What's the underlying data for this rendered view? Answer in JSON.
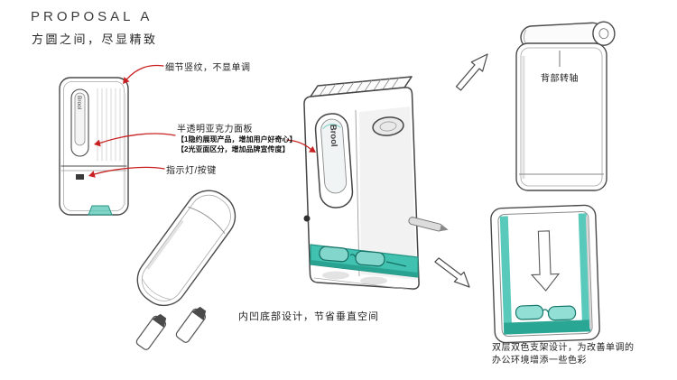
{
  "header": {
    "title": "PROPOSAL A",
    "subtitle": "方圆之间，尽显精致"
  },
  "device": {
    "brand": "Brool"
  },
  "annotations": {
    "stripe": "细节竖纹，不显单调",
    "panel_title": "半透明亚克力面板",
    "panel_point1": "【1隐约展现产品，增加用户好奇心】",
    "panel_point2": "【2光亚面区分，增加品牌宣传度】",
    "indicator": "指示灯/按键",
    "bottom": "内凹底部设计，节省垂直空间",
    "hinge": "背部转轴",
    "stand_line1": "双层双色支架设计，为改善单调的",
    "stand_line2": "办公环境增添一些色彩"
  },
  "colors": {
    "accent_teal": "#41c1af",
    "annotation_red": "#c92121",
    "sketch_ink": "#4a4a4a"
  }
}
